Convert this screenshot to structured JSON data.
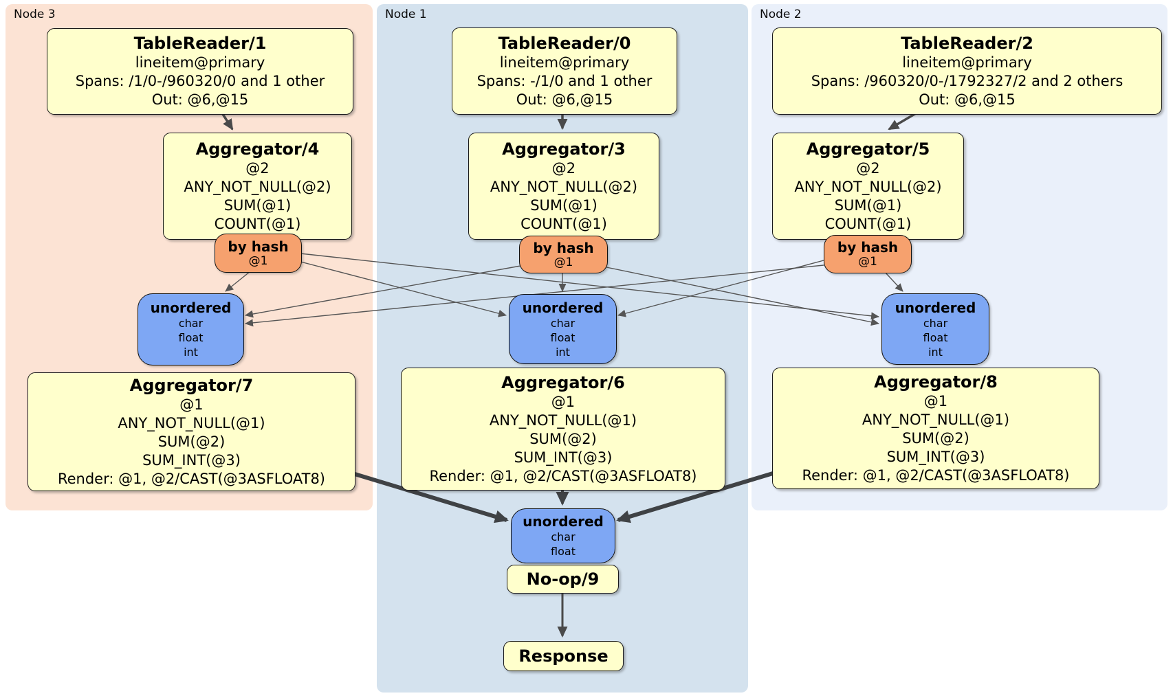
{
  "regions": {
    "node3": {
      "label": "Node 3"
    },
    "node1": {
      "label": "Node 1"
    },
    "node2": {
      "label": "Node 2"
    }
  },
  "processors": {
    "tablereader1": {
      "title": "TableReader/1",
      "lines": [
        "lineitem@primary",
        "Spans: /1/0-/960320/0 and 1 other",
        "Out: @6,@15"
      ]
    },
    "tablereader0": {
      "title": "TableReader/0",
      "lines": [
        "lineitem@primary",
        "Spans: -/1/0 and 1 other",
        "Out: @6,@15"
      ]
    },
    "tablereader2": {
      "title": "TableReader/2",
      "lines": [
        "lineitem@primary",
        "Spans: /960320/0-/1792327/2 and 2 others",
        "Out: @6,@15"
      ]
    },
    "aggregator4": {
      "title": "Aggregator/4",
      "lines": [
        "@2",
        "ANY_NOT_NULL(@2)",
        "SUM(@1)",
        "COUNT(@1)"
      ]
    },
    "aggregator3": {
      "title": "Aggregator/3",
      "lines": [
        "@2",
        "ANY_NOT_NULL(@2)",
        "SUM(@1)",
        "COUNT(@1)"
      ]
    },
    "aggregator5": {
      "title": "Aggregator/5",
      "lines": [
        "@2",
        "ANY_NOT_NULL(@2)",
        "SUM(@1)",
        "COUNT(@1)"
      ]
    },
    "aggregator7": {
      "title": "Aggregator/7",
      "lines": [
        "@1",
        "ANY_NOT_NULL(@1)",
        "SUM(@2)",
        "SUM_INT(@3)",
        "Render: @1, @2/CAST(@3ASFLOAT8)"
      ]
    },
    "aggregator6": {
      "title": "Aggregator/6",
      "lines": [
        "@1",
        "ANY_NOT_NULL(@1)",
        "SUM(@2)",
        "SUM_INT(@3)",
        "Render: @1, @2/CAST(@3ASFLOAT8)"
      ]
    },
    "aggregator8": {
      "title": "Aggregator/8",
      "lines": [
        "@1",
        "ANY_NOT_NULL(@1)",
        "SUM(@2)",
        "SUM_INT(@3)",
        "Render: @1, @2/CAST(@3ASFLOAT8)"
      ]
    },
    "noop9": {
      "title": "No-op/9"
    },
    "response": {
      "title": "Response"
    }
  },
  "routers": {
    "byhash_node3": {
      "title": "by hash",
      "lines": [
        "@1"
      ]
    },
    "byhash_node1": {
      "title": "by hash",
      "lines": [
        "@1"
      ]
    },
    "byhash_node2": {
      "title": "by hash",
      "lines": [
        "@1"
      ]
    }
  },
  "syncs": {
    "unordered_node3": {
      "title": "unordered",
      "lines": [
        "char",
        "float",
        "int"
      ]
    },
    "unordered_node1": {
      "title": "unordered",
      "lines": [
        "char",
        "float",
        "int"
      ]
    },
    "unordered_node2": {
      "title": "unordered",
      "lines": [
        "char",
        "float",
        "int"
      ]
    },
    "unordered_final": {
      "title": "unordered",
      "lines": [
        "char",
        "float"
      ]
    }
  },
  "colors": {
    "node3_bg": "#fce3d4",
    "node1_bg": "#d4e2ee",
    "node2_bg": "#eaf0fa",
    "processor_fill": "#ffffcc",
    "router_fill": "#f6a16e",
    "sync_fill": "#7ea7f4",
    "edge_thin": "#555555",
    "edge_medium": "#4a4a4a",
    "edge_thick": "#3f4245"
  }
}
